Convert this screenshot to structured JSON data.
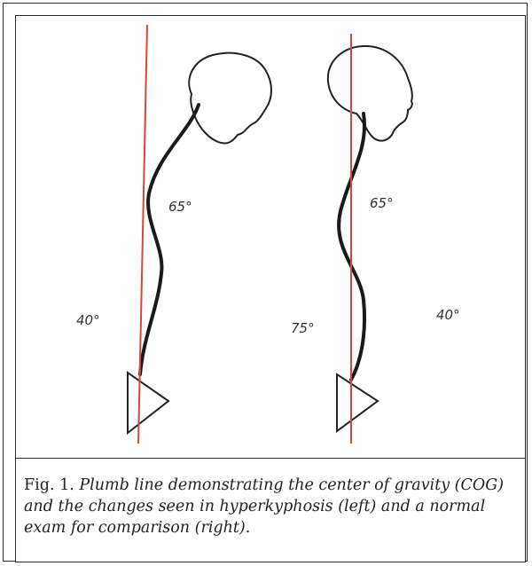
{
  "figure": {
    "left_figure": {
      "label_upper": "65°",
      "label_lower": "40°"
    },
    "right_figure": {
      "label_upper": "65°",
      "label_lower": "75°",
      "label_side": "40°"
    },
    "plumb_line_color": "#d9453b",
    "spine_color": "#1a1a1a"
  },
  "caption": {
    "prefix": "Fig. 1.",
    "text": "Plumb line demonstrating the center of gravity (COG) and the changes seen in hyperkyphosis (left) and a normal exam for comparison (right)."
  }
}
